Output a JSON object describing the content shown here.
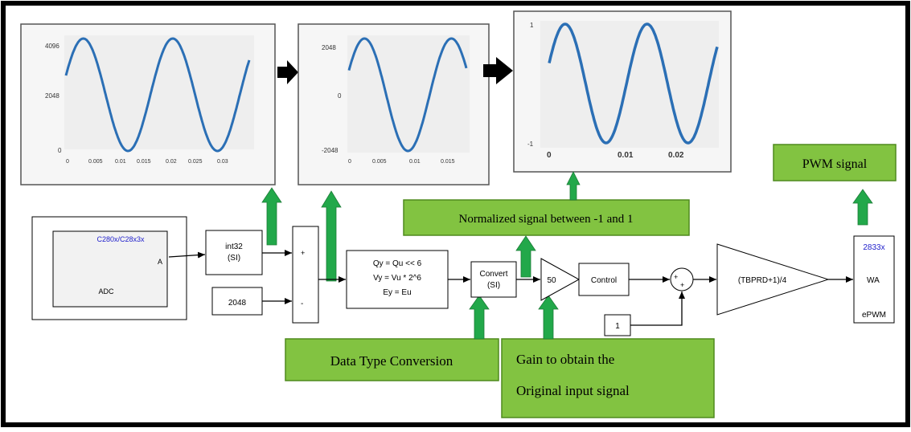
{
  "scopes": [
    {
      "y_top": "4096",
      "y_mid": "2048",
      "y_bot": "0",
      "x_ticks": [
        "0",
        "0.005",
        "0.01",
        "0.015",
        "0.02",
        "0.025",
        "0.03"
      ]
    },
    {
      "y_top": "2048",
      "y_mid": "0",
      "y_bot": "-2048",
      "x_ticks": [
        "0",
        "0.005",
        "0.01",
        "0.015"
      ]
    },
    {
      "y_top": "1",
      "y_bot": "-1",
      "x_ticks": [
        "0",
        "0.01",
        "0.02"
      ]
    }
  ],
  "blocks": {
    "adc_title": "C280x/C28x3x",
    "adc_port": "A",
    "adc_label": "ADC",
    "int32_line1": "int32",
    "int32_line2": "(SI)",
    "const_2048": "2048",
    "sum_plus": "+",
    "sum_minus": "-",
    "fixpt_line1": "Qy = Qu << 6",
    "fixpt_line2": "Vy = Vu * 2^6",
    "fixpt_line3": "Ey = Eu",
    "convert_line1": "Convert",
    "convert_line2": "(SI)",
    "gain_value": "50",
    "control_label": "Control",
    "const_1": "1",
    "sum2_plus_a": "+",
    "sum2_plus_b": "+",
    "tbprd_gain": "(TBPRD+1)/4",
    "pwm_title": "2833x",
    "pwm_port": "WA",
    "pwm_label": "ePWM"
  },
  "callouts": {
    "pwm_signal": "PWM signal",
    "normalized": "Normalized signal between -1 and 1",
    "data_type": "Data Type Conversion",
    "gain_line1": "Gain to obtain the",
    "gain_line2": "Original input signal"
  },
  "colors": {
    "callout_fill": "#82c341",
    "callout_border": "#4f8a1e",
    "arrow_green": "#22a84a",
    "wave": "#2b6fb5",
    "scope_bg": "#eeeeee",
    "text_blue": "#2222cc"
  }
}
